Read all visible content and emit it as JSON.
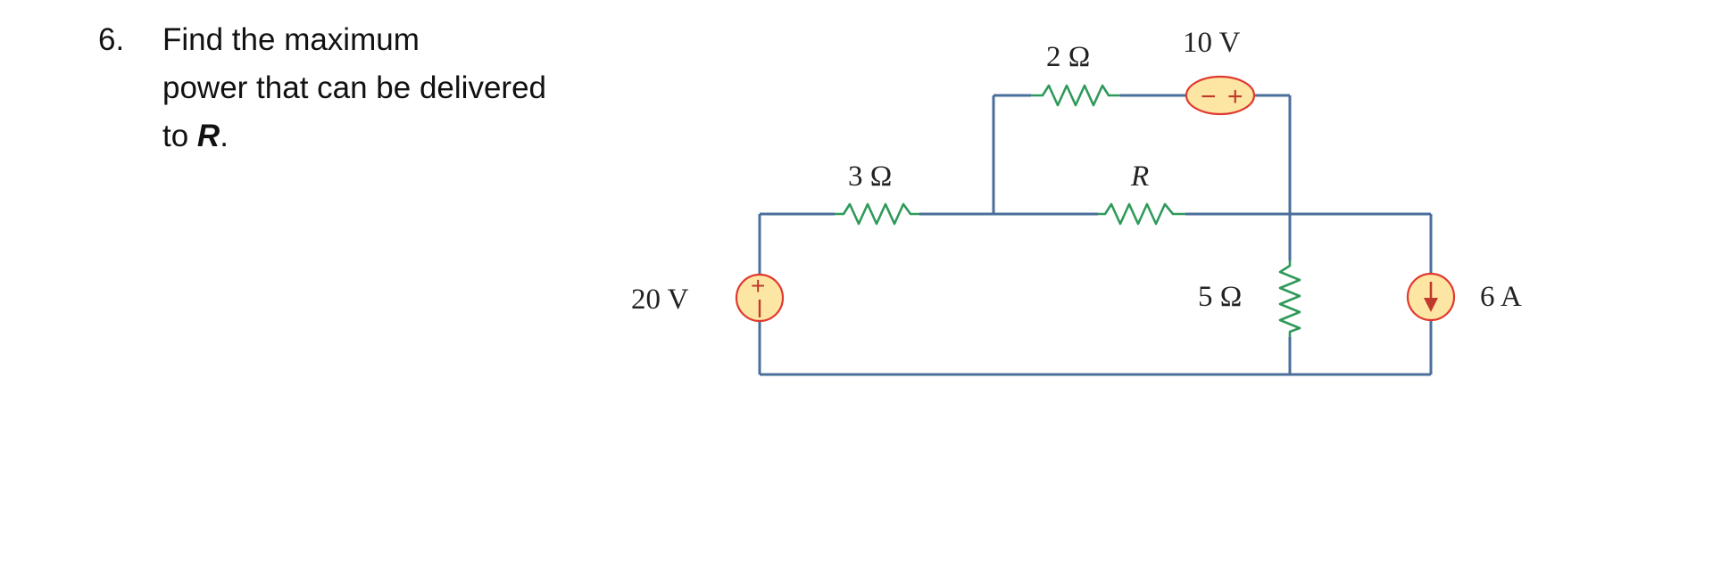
{
  "problem": {
    "number": "6.",
    "line1": "Find the maximum",
    "line2": "power that can be delivered",
    "line3_prefix": "to ",
    "line3_var": "R",
    "line3_suffix": "."
  },
  "circuit": {
    "resistor_2": "2 Ω",
    "source_10v": "10 V",
    "resistor_3": "3 Ω",
    "resistor_r": "R",
    "source_20v": "20 V",
    "resistor_5": "5 Ω",
    "source_6a": "6 A",
    "plus_sign": "+",
    "minus_sign": "−",
    "colors": {
      "wire": "#4a6f9a",
      "resistor": "#2e9a5a",
      "source_fill": "#fde6a3",
      "source_stroke": "#e0392f",
      "sign": "#c0392b"
    }
  }
}
